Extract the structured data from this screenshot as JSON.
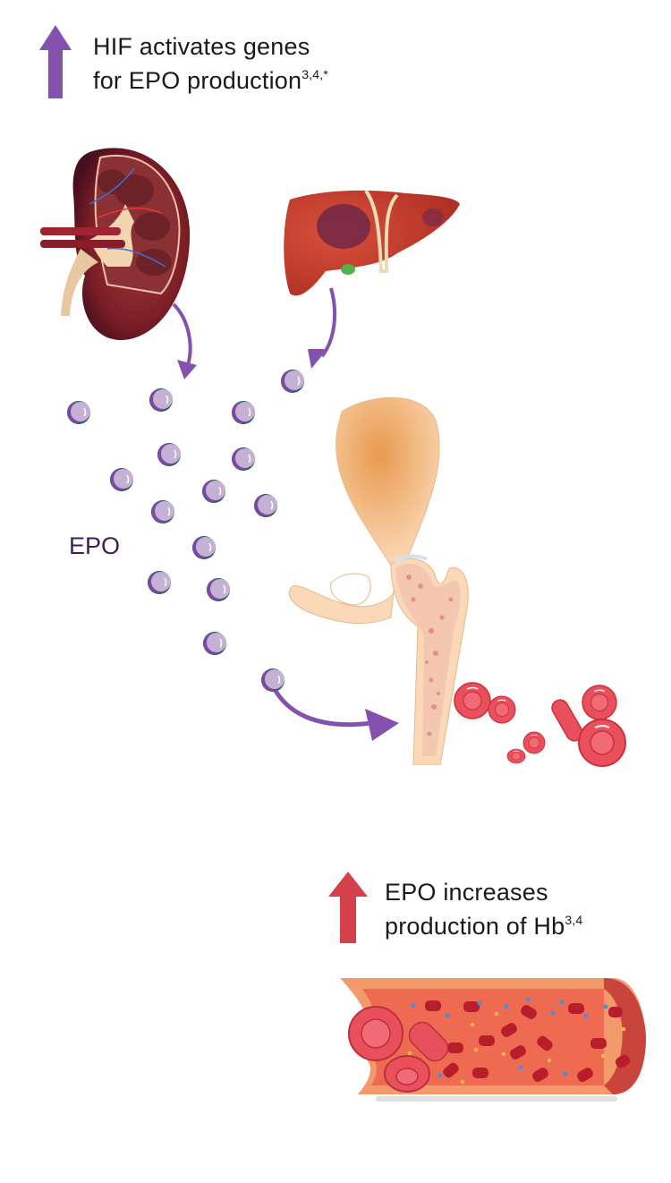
{
  "top_caption": {
    "line1": "HIF activates genes",
    "line2": "for EPO production",
    "superscript": "3,4,*",
    "arrow_color": "#8452ad"
  },
  "epo_label": "EPO",
  "bottom_caption": {
    "line1": "EPO increases",
    "line2": "production of Hb",
    "superscript": "3,4",
    "arrow_color": "#d5414a"
  },
  "organs": [
    "kidney",
    "liver",
    "hip-bone-femur",
    "blood-vessel"
  ],
  "colors": {
    "flow_arrow": "#8452ad",
    "epo_molecule_fill": "#c4b1d3",
    "epo_molecule_shadow": "#7a4aa0",
    "epo_molecule_rim": "#1f6068",
    "red_cell": "#ea4f5c",
    "vessel": "#ee6b52",
    "bone": "#fbd9b8"
  }
}
